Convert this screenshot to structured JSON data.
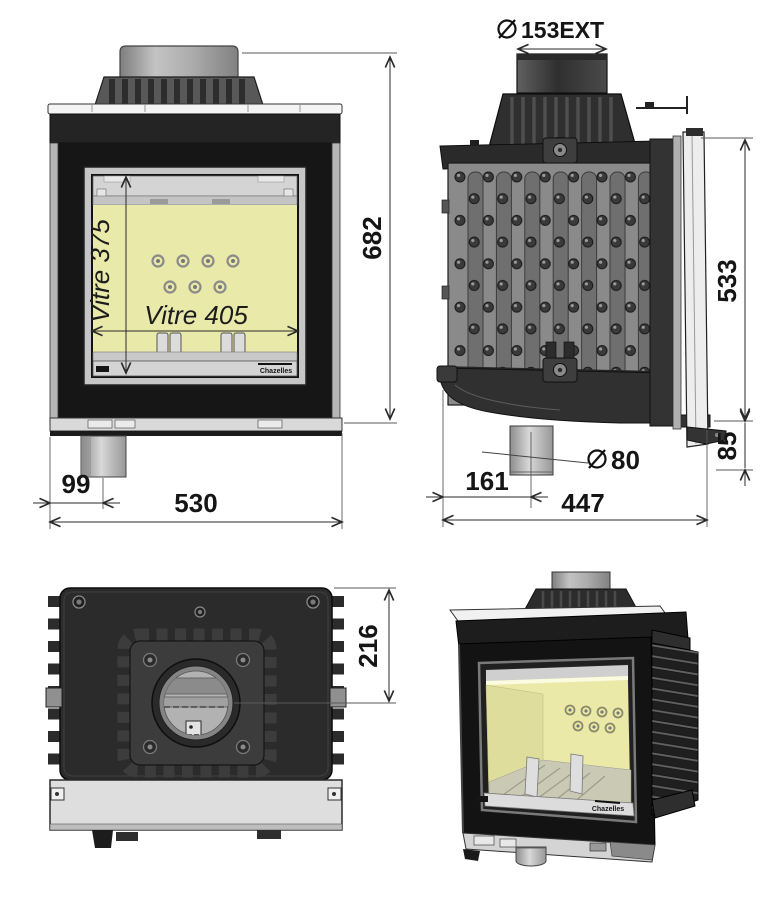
{
  "document": {
    "type": "technical-drawing",
    "subject": "Fireplace insert dimensional drawing, four views"
  },
  "brand": {
    "logo_text": "Chazelles"
  },
  "views": {
    "front": {
      "label": "front-view",
      "overall_height": "682",
      "overall_width": "530",
      "duct_offset": "99",
      "glass_height_label": "Vitre 375",
      "glass_width_label": "Vitre 405"
    },
    "side": {
      "label": "side-view",
      "flue_diameter": "153EXT",
      "body_height": "533",
      "duct_drop": "85",
      "duct_offset_from_back": "161",
      "depth": "447",
      "duct_diameter": "80"
    },
    "top": {
      "label": "top-view",
      "flue_center_offset": "216"
    },
    "isometric": {
      "label": "isometric-view"
    }
  },
  "colors": {
    "glass_tint": "#e9e9aa",
    "body_black": "#1d1d1d",
    "metal_gray": "#9b9b9b",
    "dimension_line": "#2a2a2a"
  }
}
